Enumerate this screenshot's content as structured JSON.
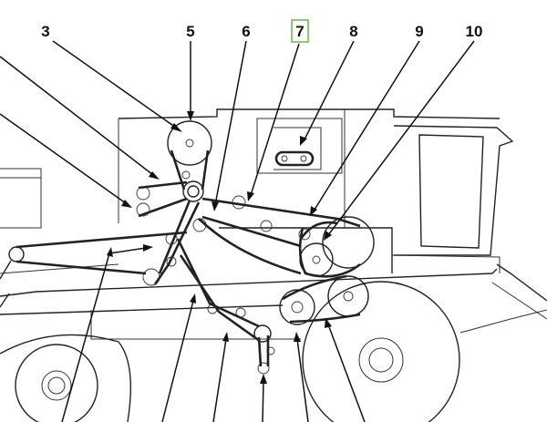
{
  "callouts": [
    {
      "id": "3",
      "text": "3"
    },
    {
      "id": "5",
      "text": "5"
    },
    {
      "id": "6",
      "text": "6"
    },
    {
      "id": "7",
      "text": "7",
      "highlighted": true
    },
    {
      "id": "8",
      "text": "8"
    },
    {
      "id": "9",
      "text": "9"
    },
    {
      "id": "10",
      "text": "10"
    }
  ],
  "colors": {
    "line": "#222222",
    "highlight_box": "#6cc04a",
    "background": "#ffffff"
  }
}
